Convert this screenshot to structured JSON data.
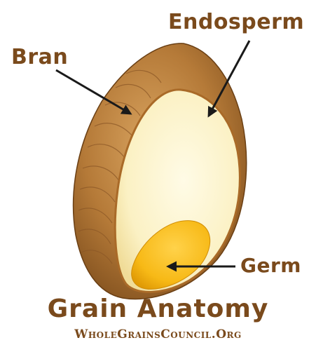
{
  "labels": {
    "endosperm": "Endosperm",
    "bran": "Bran",
    "germ": "Germ"
  },
  "title": "Grain Anatomy",
  "website": "WholeGrainsCouncil.Org",
  "colors": {
    "text": "#7a4a1c",
    "bran": "#b57a38",
    "endosperm": "#fbf1c4",
    "germ": "#f7b916"
  }
}
